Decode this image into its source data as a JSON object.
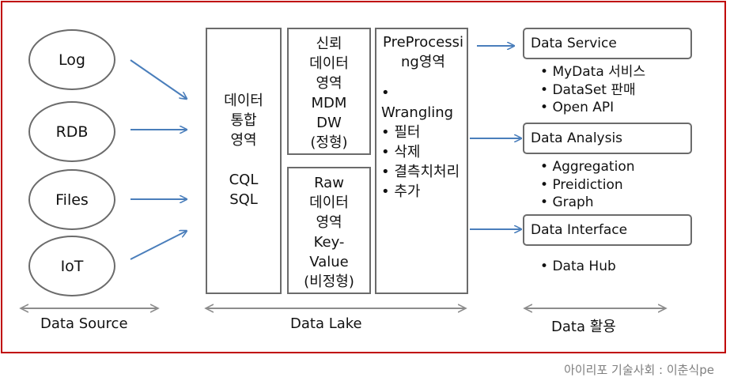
{
  "sources": [
    "Log",
    "RDB",
    "Files",
    "IoT"
  ],
  "lake": {
    "integrated": {
      "lines": [
        "데이터",
        "통합",
        "영역",
        "",
        "CQL",
        "SQL"
      ]
    },
    "trusted": {
      "lines": [
        "신뢰",
        "데이터",
        "영역",
        "MDM",
        "DW",
        "(정형)"
      ]
    },
    "raw": {
      "lines": [
        "Raw",
        "데이터",
        "영역",
        "Key-",
        "Value",
        "(비정형)"
      ]
    },
    "preprocessing": {
      "title_lines": [
        "PreProcessi",
        "ng영역"
      ],
      "items": [
        "Wrangling",
        "필터",
        "삭제",
        "결측치처리",
        "추가"
      ]
    }
  },
  "services": [
    {
      "title": "Data Service",
      "items": [
        "MyData 서비스",
        "DataSet 판매",
        "Open API"
      ]
    },
    {
      "title": "Data Analysis",
      "items": [
        "Aggregation",
        "Preidiction",
        "Graph"
      ]
    },
    {
      "title": "Data Interface",
      "items": [
        "Data Hub"
      ]
    }
  ],
  "bottom_labels": {
    "source": "Data Source",
    "lake": "Data Lake",
    "usage": "Data 활용"
  },
  "credit": "아이리포 기술사회 : 이춘식pe",
  "colors": {
    "frame": "#c00000",
    "arrow": "#4a7ebb",
    "border": "#6b6b6b",
    "span_arrow": "#8c8c8c"
  }
}
